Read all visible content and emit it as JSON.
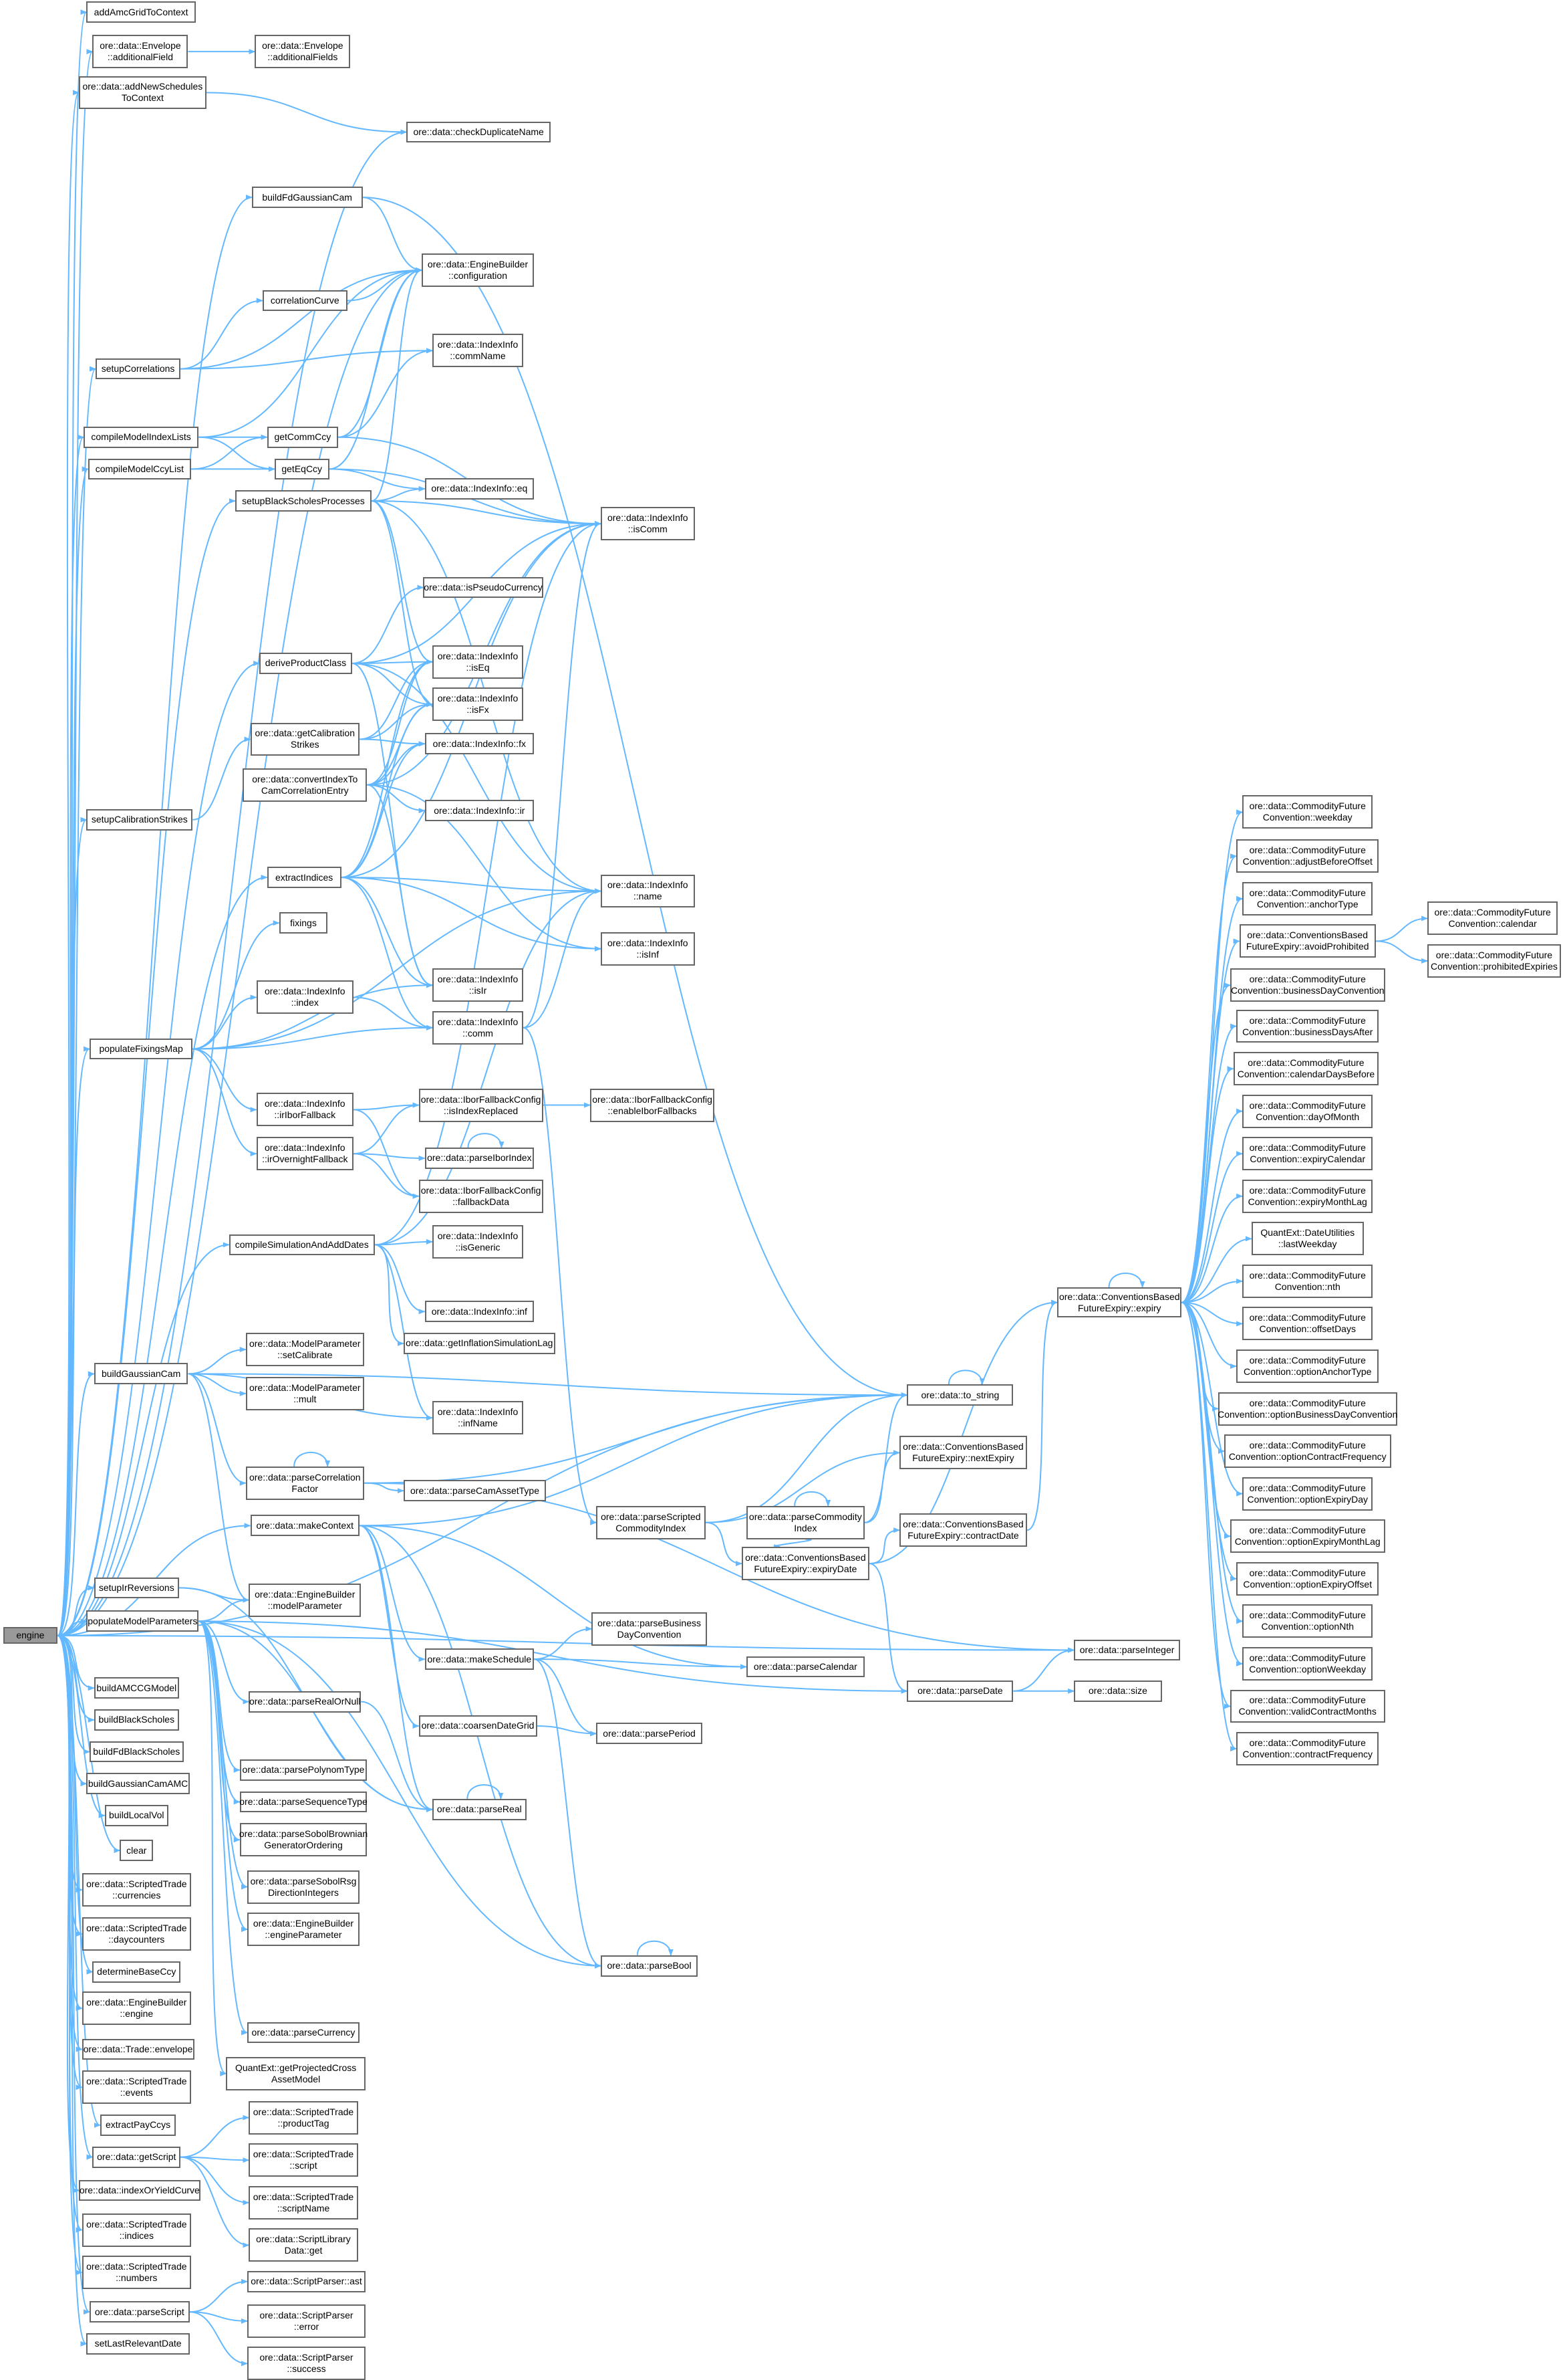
{
  "title": "engine call graph",
  "colors": {
    "edge": "#63b8ff",
    "node_border": "#666666",
    "root_fill": "#999999"
  },
  "nodes": [
    "engine",
    "addAmcGridToContext",
    "ore::data::Envelope\n::additionalField",
    "ore::data::Envelope\n::additionalFields",
    "ore::data::addNewSchedules\nToContext",
    "ore::data::checkDuplicateName",
    "buildFdGaussianCam",
    "ore::data::EngineBuilder\n::configuration",
    "correlationCurve",
    "setupCorrelations",
    "ore::data::IndexInfo\n::commName",
    "compileModelIndexLists",
    "getCommCcy",
    "compileModelCcyList",
    "getEqCcy",
    "setupBlackScholesProcesses",
    "ore::data::IndexInfo::eq",
    "ore::data::IndexInfo\n::isComm",
    "ore::data::isPseudoCurrency",
    "deriveProductClass",
    "ore::data::IndexInfo\n::isEq",
    "ore::data::IndexInfo\n::isFx",
    "ore::data::getCalibration\nStrikes",
    "ore::data::IndexInfo::fx",
    "ore::data::convertIndexTo\nCamCorrelationEntry",
    "ore::data::IndexInfo::ir",
    "setupCalibrationStrikes",
    "extractIndices",
    "ore::data::IndexInfo\n::name",
    "ore::data::IndexInfo\n::isInf",
    "fixings",
    "ore::data::IndexInfo\n::isIr",
    "ore::data::IndexInfo\n::index",
    "populateFixingsMap",
    "ore::data::IndexInfo\n::comm",
    "ore::data::IborFallbackConfig\n::isIndexReplaced",
    "ore::data::IborFallbackConfig\n::enableIborFallbacks",
    "ore::data::IndexInfo\n::irIborFallback",
    "ore::data::IndexInfo\n::irOvernightFallback",
    "ore::data::parseIborIndex",
    "ore::data::IborFallbackConfig\n::fallbackData",
    "compileSimulationAndAddDates",
    "ore::data::IndexInfo\n::isGeneric",
    "ore::data::IndexInfo::inf",
    "ore::data::getInflationSimulationLag",
    "buildGaussianCam",
    "ore::data::ModelParameter\n::setCalibrate",
    "ore::data::ModelParameter\n::mult",
    "ore::data::IndexInfo\n::infName",
    "ore::data::parseCorrelation\nFactor",
    "ore::data::parseCamAssetType",
    "ore::data::makeContext",
    "ore::data::to_string",
    "ore::data::ConventionsBased\nFutureExpiry::nextExpiry",
    "ore::data::parseScripted\nCommodityIndex",
    "ore::data::parseCommodity\nIndex",
    "ore::data::ConventionsBased\nFutureExpiry::contractDate",
    "ore::data::ConventionsBased\nFutureExpiry::expiryDate",
    "setupIrReversions",
    "ore::data::EngineBuilder\n::modelParameter",
    "populateModelParameters",
    "ore::data::parseBusiness\nDayConvention",
    "ore::data::makeSchedule",
    "ore::data::parseCalendar",
    "ore::data::parseInteger",
    "ore::data::parseRealOrNull",
    "ore::data::parseDate",
    "ore::data::size",
    "buildAMCCGModel",
    "buildBlackScholes",
    "ore::data::coarsenDateGrid",
    "ore::data::parsePeriod",
    "buildFdBlackScholes",
    "buildGaussianCamAMC",
    "ore::data::parsePolynomType",
    "ore::data::parseSequenceType",
    "buildLocalVol",
    "ore::data::parseReal",
    "ore::data::parseSobolBrownian\nGeneratorOrdering",
    "clear",
    "ore::data::ScriptedTrade\n::currencies",
    "ore::data::parseSobolRsg\nDirectionIntegers",
    "ore::data::ScriptedTrade\n::daycounters",
    "ore::data::EngineBuilder\n::engineParameter",
    "determineBaseCcy",
    "ore::data::parseBool",
    "ore::data::EngineBuilder\n::engine",
    "ore::data::parseCurrency",
    "ore::data::Trade::envelope",
    "ore::data::ScriptedTrade\n::events",
    "QuantExt::getProjectedCross\nAssetModel",
    "extractPayCcys",
    "ore::data::getScript",
    "ore::data::ScriptedTrade\n::productTag",
    "ore::data::ScriptedTrade\n::script",
    "ore::data::indexOrYieldCurve",
    "ore::data::ScriptedTrade\n::scriptName",
    "ore::data::ScriptedTrade\n::indices",
    "ore::data::ScriptLibrary\nData::get",
    "ore::data::ScriptedTrade\n::numbers",
    "ore::data::ScriptParser::ast",
    "ore::data::parseScript",
    "ore::data::ScriptParser\n::error",
    "setLastRelevantDate",
    "ore::data::ScriptParser\n::success",
    "ore::data::ConventionsBased\nFutureExpiry::expiry",
    "ore::data::CommodityFuture\nConvention::weekday",
    "ore::data::CommodityFuture\nConvention::adjustBeforeOffset",
    "ore::data::CommodityFuture\nConvention::anchorType",
    "ore::data::ConventionsBased\nFutureExpiry::avoidProhibited",
    "ore::data::CommodityFuture\nConvention::calendar",
    "ore::data::CommodityFuture\nConvention::prohibitedExpiries",
    "ore::data::CommodityFuture\nConvention::businessDayConvention",
    "ore::data::CommodityFuture\nConvention::businessDaysAfter",
    "ore::data::CommodityFuture\nConvention::calendarDaysBefore",
    "ore::data::CommodityFuture\nConvention::dayOfMonth",
    "ore::data::CommodityFuture\nConvention::expiryCalendar",
    "ore::data::CommodityFuture\nConvention::expiryMonthLag",
    "QuantExt::DateUtilities\n::lastWeekday",
    "ore::data::CommodityFuture\nConvention::nth",
    "ore::data::CommodityFuture\nConvention::offsetDays",
    "ore::data::CommodityFuture\nConvention::optionAnchorType",
    "ore::data::CommodityFuture\nConvention::optionBusinessDayConvention",
    "ore::data::CommodityFuture\nConvention::optionContractFrequency",
    "ore::data::CommodityFuture\nConvention::optionExpiryDay",
    "ore::data::CommodityFuture\nConvention::optionExpiryMonthLag",
    "ore::data::CommodityFuture\nConvention::optionExpiryOffset",
    "ore::data::CommodityFuture\nConvention::optionNth",
    "ore::data::CommodityFuture\nConvention::optionWeekday",
    "ore::data::CommodityFuture\nConvention::validContractMonths",
    "ore::data::CommodityFuture\nConvention::contractFrequency"
  ],
  "edges": [
    [
      0,
      1
    ],
    [
      0,
      2
    ],
    [
      0,
      4
    ],
    [
      0,
      5
    ],
    [
      0,
      6
    ],
    [
      0,
      7
    ],
    [
      0,
      9
    ],
    [
      0,
      11
    ],
    [
      0,
      13
    ],
    [
      0,
      15
    ],
    [
      0,
      19
    ],
    [
      0,
      26
    ],
    [
      0,
      27
    ],
    [
      0,
      33
    ],
    [
      0,
      41
    ],
    [
      0,
      45
    ],
    [
      0,
      51
    ],
    [
      0,
      52
    ],
    [
      0,
      58
    ],
    [
      0,
      60
    ],
    [
      0,
      64
    ],
    [
      0,
      68
    ],
    [
      0,
      69
    ],
    [
      0,
      72
    ],
    [
      0,
      73
    ],
    [
      0,
      76
    ],
    [
      0,
      79
    ],
    [
      0,
      80
    ],
    [
      0,
      82
    ],
    [
      0,
      84
    ],
    [
      0,
      86
    ],
    [
      0,
      88
    ],
    [
      0,
      89
    ],
    [
      0,
      91
    ],
    [
      0,
      92
    ],
    [
      0,
      95
    ],
    [
      0,
      97
    ],
    [
      0,
      99
    ],
    [
      0,
      101
    ],
    [
      0,
      103
    ],
    [
      2,
      3
    ],
    [
      4,
      5
    ],
    [
      6,
      7
    ],
    [
      6,
      52
    ],
    [
      8,
      7
    ],
    [
      9,
      8
    ],
    [
      9,
      10
    ],
    [
      9,
      7
    ],
    [
      11,
      12
    ],
    [
      11,
      14
    ],
    [
      11,
      7
    ],
    [
      13,
      12
    ],
    [
      13,
      14
    ],
    [
      12,
      7
    ],
    [
      12,
      10
    ],
    [
      12,
      17
    ],
    [
      14,
      7
    ],
    [
      14,
      16
    ],
    [
      14,
      17
    ],
    [
      15,
      7
    ],
    [
      15,
      16
    ],
    [
      15,
      20
    ],
    [
      15,
      21
    ],
    [
      15,
      17
    ],
    [
      15,
      28
    ],
    [
      19,
      18
    ],
    [
      19,
      20
    ],
    [
      19,
      21
    ],
    [
      19,
      17
    ],
    [
      19,
      31
    ],
    [
      19,
      28
    ],
    [
      22,
      20
    ],
    [
      22,
      21
    ],
    [
      22,
      23
    ],
    [
      24,
      20
    ],
    [
      24,
      21
    ],
    [
      24,
      23
    ],
    [
      24,
      25
    ],
    [
      24,
      17
    ],
    [
      24,
      31
    ],
    [
      24,
      29
    ],
    [
      26,
      22
    ],
    [
      27,
      20
    ],
    [
      27,
      21
    ],
    [
      27,
      23
    ],
    [
      27,
      31
    ],
    [
      27,
      34
    ],
    [
      27,
      17
    ],
    [
      27,
      28
    ],
    [
      27,
      29
    ],
    [
      33,
      30
    ],
    [
      33,
      32
    ],
    [
      33,
      34
    ],
    [
      33,
      37
    ],
    [
      33,
      38
    ],
    [
      33,
      31
    ],
    [
      33,
      28
    ],
    [
      32,
      34
    ],
    [
      34,
      17
    ],
    [
      34,
      28
    ],
    [
      34,
      54
    ],
    [
      37,
      35
    ],
    [
      37,
      40
    ],
    [
      38,
      35
    ],
    [
      38,
      40
    ],
    [
      38,
      39
    ],
    [
      39,
      39
    ],
    [
      35,
      36
    ],
    [
      41,
      42
    ],
    [
      41,
      43
    ],
    [
      41,
      44
    ],
    [
      41,
      28
    ],
    [
      41,
      48
    ],
    [
      41,
      17
    ],
    [
      45,
      46
    ],
    [
      45,
      47
    ],
    [
      45,
      48
    ],
    [
      45,
      59
    ],
    [
      45,
      49
    ],
    [
      45,
      52
    ],
    [
      49,
      49
    ],
    [
      49,
      50
    ],
    [
      49,
      52
    ],
    [
      49,
      64
    ],
    [
      51,
      62
    ],
    [
      51,
      63
    ],
    [
      51,
      70
    ],
    [
      51,
      52
    ],
    [
      51,
      77
    ],
    [
      51,
      85
    ],
    [
      54,
      53
    ],
    [
      54,
      57
    ],
    [
      54,
      52
    ],
    [
      55,
      55
    ],
    [
      55,
      53
    ],
    [
      55,
      57
    ],
    [
      55,
      52
    ],
    [
      57,
      56
    ],
    [
      57,
      66
    ],
    [
      57,
      105
    ],
    [
      56,
      105
    ],
    [
      58,
      59
    ],
    [
      58,
      77
    ],
    [
      60,
      59
    ],
    [
      60,
      65
    ],
    [
      60,
      74
    ],
    [
      60,
      75
    ],
    [
      60,
      77
    ],
    [
      60,
      78
    ],
    [
      60,
      81
    ],
    [
      60,
      83
    ],
    [
      60,
      85
    ],
    [
      60,
      87
    ],
    [
      60,
      90
    ],
    [
      60,
      66
    ],
    [
      62,
      61
    ],
    [
      62,
      63
    ],
    [
      62,
      71
    ],
    [
      62,
      85
    ],
    [
      70,
      71
    ],
    [
      66,
      64
    ],
    [
      66,
      67
    ],
    [
      65,
      77
    ],
    [
      77,
      77
    ],
    [
      85,
      85
    ],
    [
      52,
      52
    ],
    [
      105,
      105
    ],
    [
      105,
      106
    ],
    [
      105,
      107
    ],
    [
      105,
      108
    ],
    [
      105,
      109
    ],
    [
      105,
      112
    ],
    [
      105,
      113
    ],
    [
      105,
      114
    ],
    [
      105,
      115
    ],
    [
      105,
      116
    ],
    [
      105,
      117
    ],
    [
      105,
      118
    ],
    [
      105,
      119
    ],
    [
      105,
      120
    ],
    [
      105,
      121
    ],
    [
      105,
      122
    ],
    [
      105,
      123
    ],
    [
      105,
      124
    ],
    [
      105,
      125
    ],
    [
      105,
      126
    ],
    [
      105,
      127
    ],
    [
      105,
      128
    ],
    [
      105,
      129
    ],
    [
      105,
      130
    ],
    [
      109,
      110
    ],
    [
      109,
      111
    ],
    [
      92,
      93
    ],
    [
      92,
      94
    ],
    [
      92,
      96
    ],
    [
      92,
      98
    ],
    [
      101,
      100
    ],
    [
      101,
      102
    ],
    [
      101,
      104
    ]
  ]
}
